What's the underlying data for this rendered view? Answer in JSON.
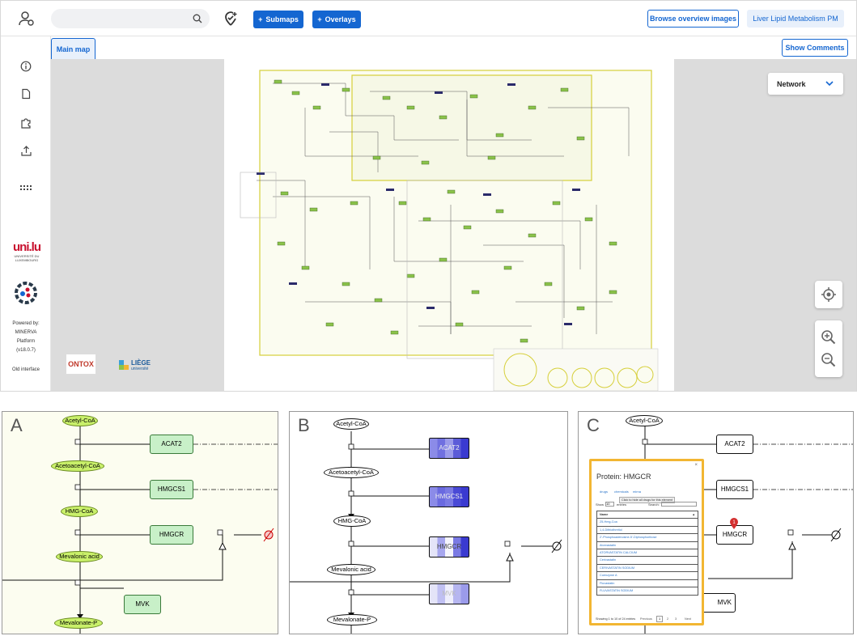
{
  "header": {
    "submaps_label": "Submaps",
    "overlays_label": "Overlays",
    "browse_label": "Browse overview images",
    "map_name": "Liver Lipid Metabolism PM",
    "search_placeholder": ""
  },
  "tab": {
    "main_map": "Main map",
    "show_comments": "Show Comments",
    "network": "Network"
  },
  "sidebar": {
    "powered": [
      "Powered by:",
      "MINERVA",
      "Platform",
      "(v18.0.7)"
    ],
    "old_interface": "Old interface",
    "uni_logo": "uni.lu",
    "uni_sub": "UNIVERSITÉ DU LUXEMBOURG",
    "ontox": "ONTOX",
    "liege": "LIÈGE",
    "liege_sub": "université"
  },
  "icons": [
    "user-gear-icon",
    "search-icon",
    "location-plus-icon",
    "info-icon",
    "page-icon",
    "puzzle-icon",
    "upload-icon",
    "grid-icon",
    "locate-icon",
    "zoom-in-icon",
    "zoom-out-icon",
    "chevron-down-icon"
  ],
  "panels": {
    "a": {
      "label": "A",
      "nodes": {
        "acetylcoa": "Acetyl-CoA",
        "acetoacetylcoa": "Acetoacetyl-CoA",
        "hmgcoa": "HMG-CoA",
        "mevalonic": "Mevalonic acid",
        "mevalonatep": "Mevalonate-P",
        "acat2": "ACAT2",
        "hmgcs1": "HMGCS1",
        "hmgcr": "HMGCR",
        "mvk": "MVK"
      }
    },
    "b": {
      "label": "B",
      "nodes": {
        "acetylcoa": "Acetyl-CoA",
        "acetoacetylcoa": "Acetoacetyl-CoA",
        "hmgcoa": "HMG-CoA",
        "mevalonic": "Mevalonic acid",
        "mevalonatep": "Mevalonate-P",
        "acat2": "ACAT2",
        "hmgcs1": "HMGCS1",
        "hmgcr": "HMGCR",
        "mvk": "MVK"
      }
    },
    "c": {
      "label": "C",
      "nodes": {
        "acetylcoa": "Acetyl-CoA",
        "acat2": "ACAT2",
        "hmgcs1": "HMGCS1",
        "hmgcr": "HMGCR",
        "mvk": "MVK"
      }
    }
  },
  "popup": {
    "title": "Protein: HMGCR",
    "tabs": [
      "drugs",
      "chemicals",
      "mirna"
    ],
    "hint": "Click to hide all drugs for this element",
    "show": "Show",
    "entries_count": "10",
    "entries": "entries",
    "search": "Search:",
    "column": "Name",
    "rows": [
      "25-Hmg-Coa",
      "1,4-Dithiothreitol",
      "2'-Phosphoadenosine-5'-Diphosphoribose",
      "Atorvastatin",
      "ATORVASTATIN CALCIUM",
      "Cerivastatin",
      "CERIVASTATIN SODIUM",
      "Coenzyme A",
      "Fluvastatin",
      "FLUVASTATIN SODIUM"
    ],
    "footer": "Showing 1 to 10 of 24 entries",
    "prev": "Previous",
    "pages": [
      "1",
      "2",
      "3"
    ],
    "next": "Next"
  },
  "colors": {
    "accent": "#1466d1",
    "species_green": "#c9f06a",
    "protein_green": "#c8f0c8",
    "highlight": "#f2b632"
  }
}
